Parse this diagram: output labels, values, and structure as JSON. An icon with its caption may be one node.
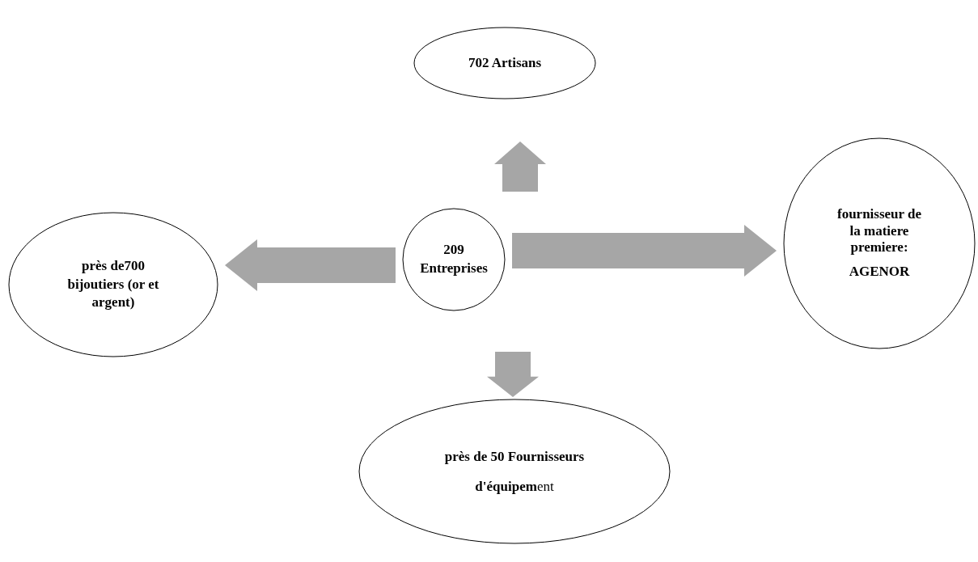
{
  "diagram": {
    "nodes": [
      {
        "text": [
          "702 Artisans"
        ]
      },
      {
        "text": [
          "près de700 bijoutiers (or et argent)"
        ]
      },
      {
        "text": [
          "209 Entreprises"
        ]
      },
      {
        "text": [
          "fournisseur de la matiere premiere:",
          "AGENOR"
        ]
      },
      {
        "text": [
          "**près de 50 Fournisseurs d'équipem**ent"
        ]
      }
    ],
    "edges": [
      {
        "from": 2,
        "to": 0,
        "arrow": "to",
        "style": "thick"
      },
      {
        "from": 2,
        "to": 1,
        "arrow": "to",
        "style": "thick"
      },
      {
        "from": 2,
        "to": 3,
        "arrow": "to",
        "style": "thick"
      },
      {
        "from": 2,
        "to": 4,
        "arrow": "to",
        "style": "thick"
      }
    ]
  }
}
